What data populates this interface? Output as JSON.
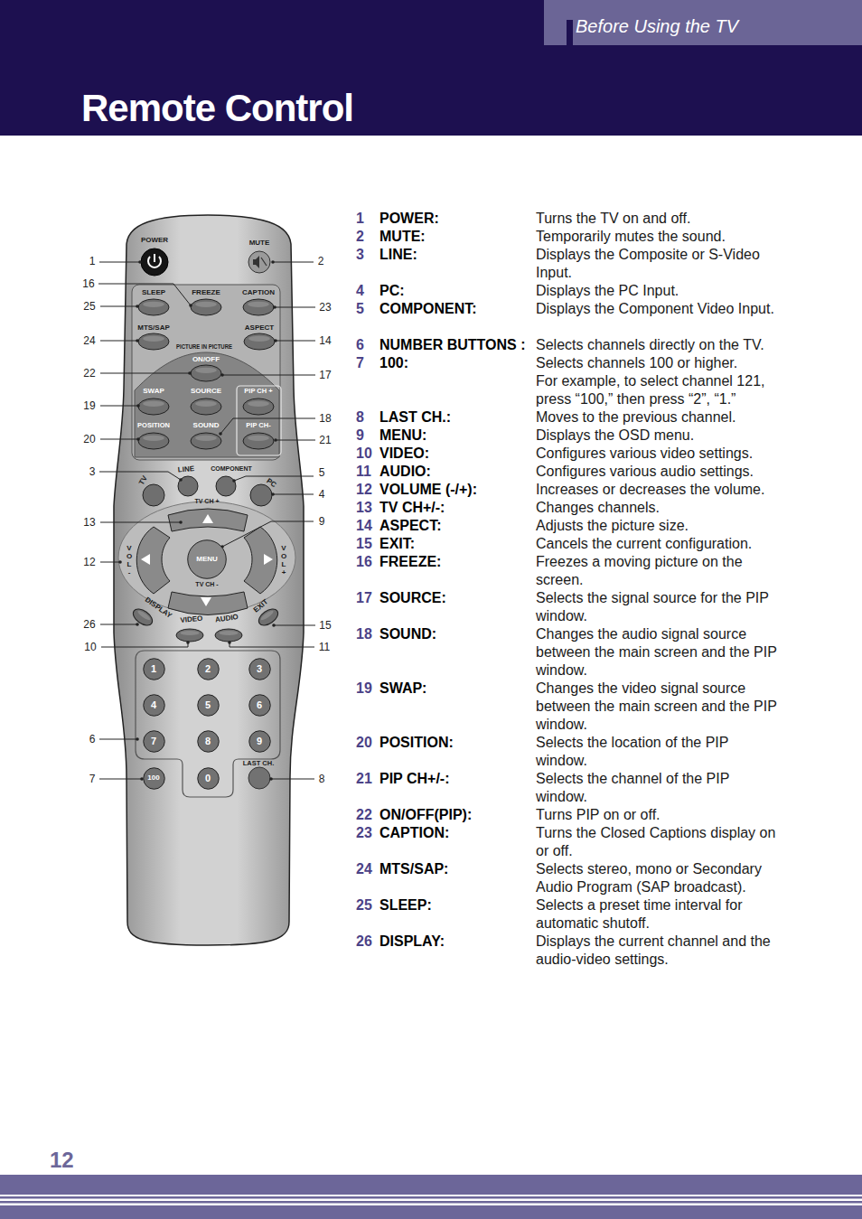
{
  "diagram": {
    "title": "Remote Control",
    "nodes": [
      {
        "text": [
          "Before Using the TV"
        ]
      },
      {
        "text": [
          "MENU"
        ]
      },
      {
        "text": [
          "1"
        ]
      },
      {
        "text": [
          "2"
        ]
      },
      {
        "text": [
          "3"
        ]
      },
      {
        "text": [
          "4"
        ]
      },
      {
        "text": [
          "5"
        ]
      },
      {
        "text": [
          "6"
        ]
      },
      {
        "text": [
          "7"
        ]
      },
      {
        "text": [
          "8"
        ]
      },
      {
        "text": [
          "9"
        ]
      },
      {
        "text": [
          "100"
        ]
      },
      {
        "text": [
          "0"
        ]
      }
    ],
    "labels": [
      "12",
      "POWER",
      "MUTE",
      "SLEEP",
      "FREEZE",
      "CAPTION",
      "MTS/SAP",
      "ASPECT",
      "PICTURE IN PICTURE",
      "ON/OFF",
      "SWAP",
      "SOURCE",
      "PIP CH +",
      "POSITION",
      "SOUND",
      "PIP CH-",
      "TV",
      "LINE",
      "COMPONENT",
      "PC",
      "TV CH +",
      "V O L -",
      "V O L +",
      "TV CH -",
      "DISPLAY",
      "VIDEO",
      "AUDIO",
      "EXIT",
      "LAST CH.",
      "1",
      "2",
      "16",
      "25",
      "23",
      "24",
      "14",
      "22",
      "17",
      "19",
      "18",
      "20",
      "21",
      "3",
      "5",
      "4",
      "13",
      "9",
      "12",
      "26",
      "15",
      "10",
      "11",
      "6",
      "7",
      "8",
      "1",
      "POWER:",
      "Turns the TV on and off.",
      "2",
      "MUTE:",
      "Temporarily mutes the sound.",
      "3",
      "LINE:",
      "Displays the Composite or S-Video Input.",
      "4",
      "PC:",
      "Displays the PC Input.",
      "5",
      "COMPONENT:",
      "Displays the Component Video Input.",
      "6",
      "NUMBER BUTTONS :",
      "Selects channels directly on the TV.",
      "7",
      "100:",
      "Selects channels 100 or higher.",
      "For example, to select channel 121, press “100,” then press “2”, “1.”",
      "8",
      "LAST CH.:",
      "Moves to the previous channel.",
      "9",
      "MENU:",
      "Displays the OSD menu.",
      "10",
      "VIDEO:",
      "Configures various video settings.",
      "11",
      "AUDIO:",
      "Configures various audio settings.",
      "12",
      "VOLUME (-/+):",
      "Increases or decreases the volume.",
      "13",
      "TV CH+/-:",
      "Changes channels.",
      "14",
      "ASPECT:",
      "Adjusts the picture size.",
      "15",
      "EXIT:",
      "Cancels the current configuration.",
      "16",
      "FREEZE:",
      "Freezes a moving picture on the screen.",
      "17",
      "SOURCE:",
      "Selects the signal source for the PIP window.",
      "18",
      "SOUND:",
      "Changes the audio signal source between the main screen and the PIP window.",
      "19",
      "SWAP:",
      "Changes the video signal source between the main screen and the PIP window.",
      "20",
      "POSITION:",
      "Selects the location of the PIP window.",
      "21",
      "PIP CH+/-:",
      "Selects the channel of the PIP window.",
      "22",
      "ON/OFF(PIP):",
      "Turns PIP on or off.",
      "23",
      "CAPTION:",
      "Turns the Closed Captions display on or off.",
      "24",
      "MTS/SAP:",
      "Selects stereo, mono or Secondary Audio Program (SAP broadcast).",
      "25",
      "SLEEP:",
      "Selects a preset time interval for automatic shutoff.",
      "26",
      "DISPLAY:",
      "Displays the current channel and the audio-video settings."
    ]
  }
}
